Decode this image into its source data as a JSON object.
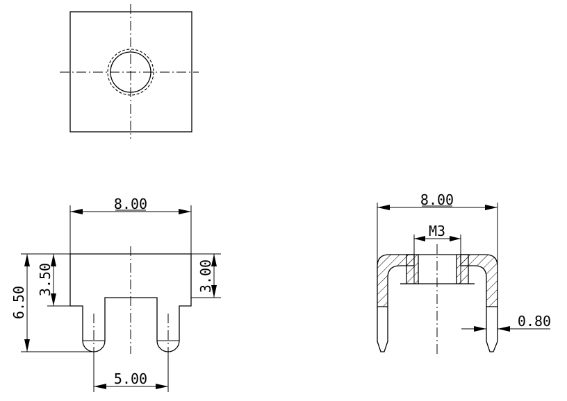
{
  "dimensions": {
    "top_width": "8.00",
    "height_total": "6.50",
    "height_upper": "3.50",
    "height_right": "3.00",
    "pin_spacing": "5.00",
    "section_width": "8.00",
    "thread": "M3",
    "wall": "0.80"
  }
}
